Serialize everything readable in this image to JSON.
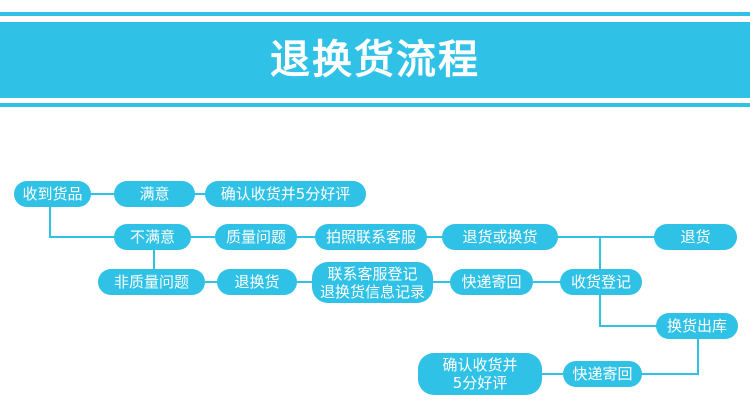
{
  "header": {
    "title": "退换货流程"
  },
  "colors": {
    "accent": "#2fc1e6",
    "line": "#2fc1e6",
    "text": "#ffffff"
  },
  "nodes": {
    "received": "收到货品",
    "satisfied": "满意",
    "confirm_review": "确认收货并5分好评",
    "unsatisfied": "不满意",
    "quality_issue": "质量问题",
    "photo_contact": "拍照联系客服",
    "return_or_exchange": "退货或换货",
    "return": "退货",
    "non_quality_issue": "非质量问题",
    "return_exchange": "退换货",
    "register_record": "联系客服登记\n退换货信息记录",
    "express_send": "快递寄回",
    "receive_register": "收货登记",
    "exchange_out": "换货出库",
    "express_back": "快递寄回",
    "confirm_review_2": "确认收货并\n5分好评"
  }
}
